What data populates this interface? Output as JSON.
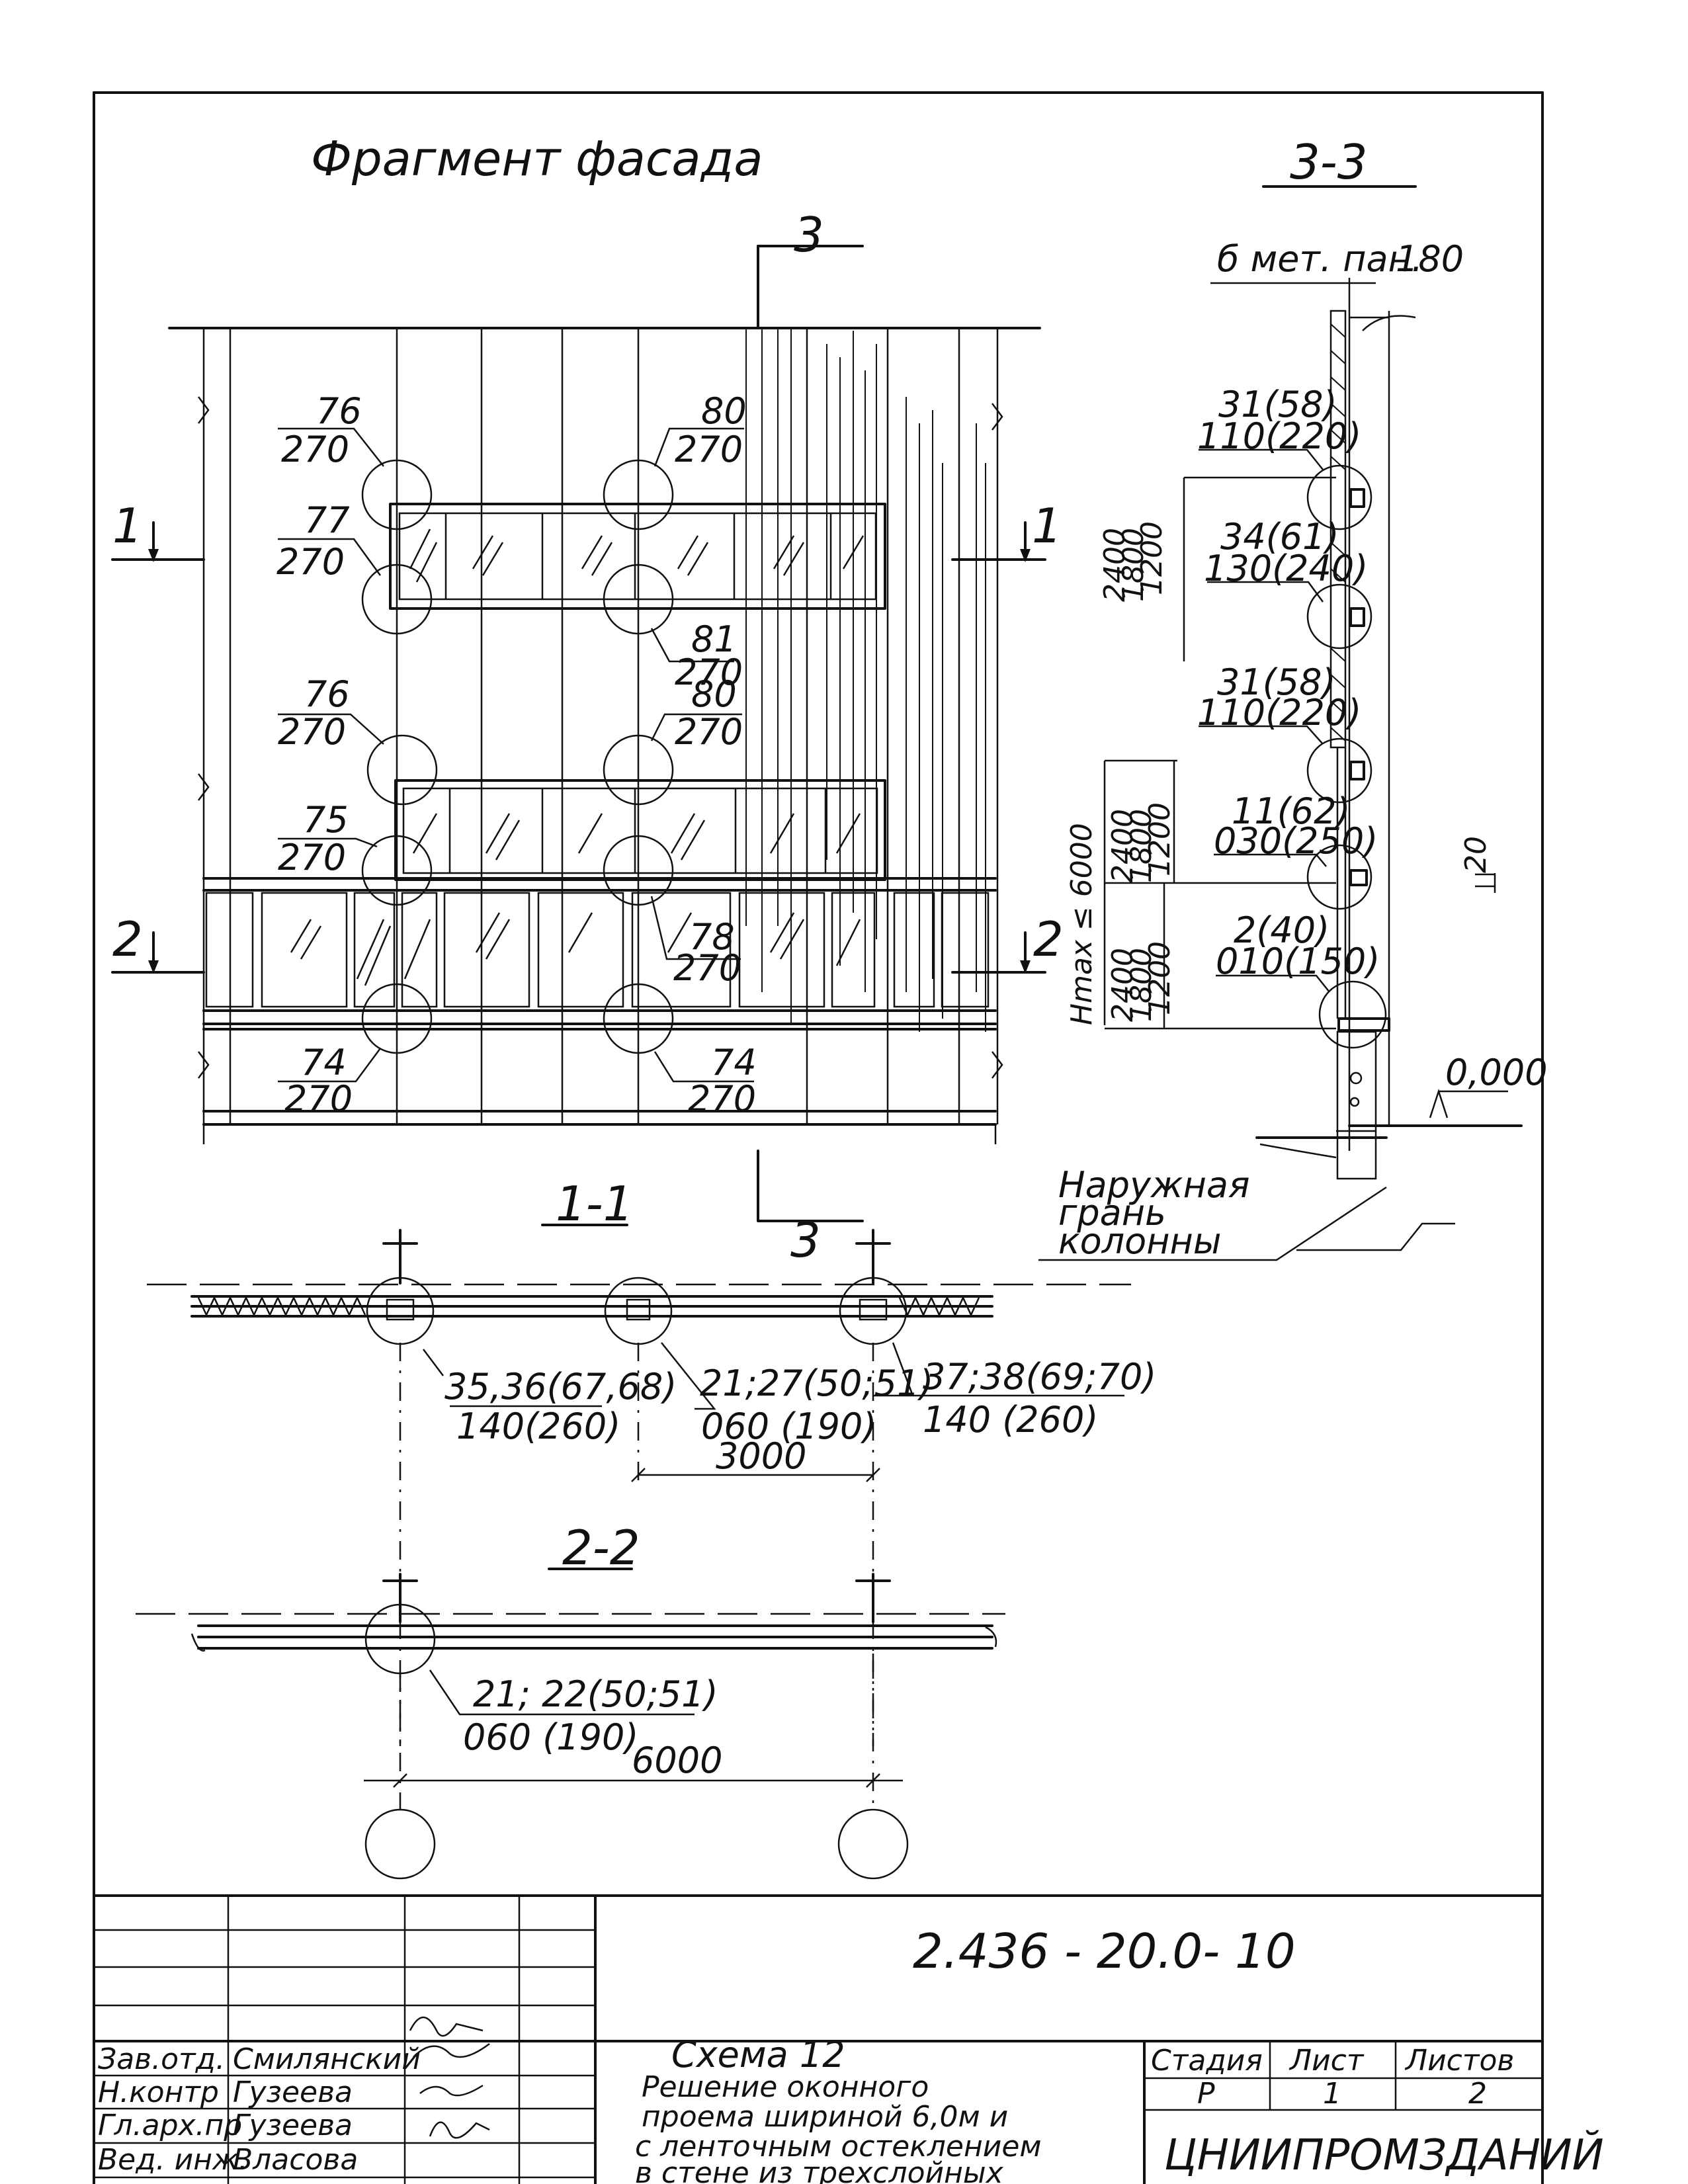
{
  "titles": {
    "facade": "Фрагмент фасада",
    "section33": "3-3",
    "section11": "1-1",
    "section22": "2-2"
  },
  "cut_marks": {
    "c3": "3",
    "c1": "1",
    "c2": "2"
  },
  "facade_labels": [
    {
      "num": "76",
      "den": "270"
    },
    {
      "num": "80",
      "den": "270"
    },
    {
      "num": "77",
      "den": "270"
    },
    {
      "num": "81",
      "den": "270"
    },
    {
      "num": "76",
      "den": "270"
    },
    {
      "num": "80",
      "den": "270"
    },
    {
      "num": "75",
      "den": "270"
    },
    {
      "num": "78",
      "den": "270"
    },
    {
      "num": "74",
      "den": "270"
    },
    {
      "num": "74",
      "den": "270"
    }
  ],
  "section33_labels": {
    "panel": "б мет. пан.",
    "offset": "180",
    "n1": {
      "num": "31(58)",
      "den": "110(220)"
    },
    "n2": {
      "num": "34(61)",
      "den": "130(240)"
    },
    "n3": {
      "num": "31(58)",
      "den": "110(220)"
    },
    "n4": {
      "num": "11(62)",
      "den": "030(250)"
    },
    "n5": {
      "num": "2(40)",
      "den": "010(150)"
    },
    "upper_dims": [
      "2400",
      "1800",
      "1200"
    ],
    "lower_dims": [
      "2400",
      "1800",
      "1200"
    ],
    "hmax": "Hmax ≤ 6000",
    "gap": "20",
    "level": "0,000",
    "note": [
      "Наружная",
      "грань",
      "колонны"
    ]
  },
  "section11_labels": {
    "l1": {
      "num": "35,36(67,68)",
      "den": "140(260)"
    },
    "l2": {
      "num": "21;27(50;51)",
      "den": "060 (190)"
    },
    "l3": {
      "num": "37;38(69;70)",
      "den": "140 (260)"
    },
    "dim": "3000"
  },
  "section22_labels": {
    "l1": {
      "num": "21; 22(50;51)",
      "den": "060 (190)"
    },
    "dim": "6000"
  },
  "title_block": {
    "doc_code": "2.436 - 20.0- 10",
    "roles": [
      "Зав.отд.",
      "Н.контр",
      "Гл.арх.пр",
      "Вед. инж."
    ],
    "names": [
      "Смилянский",
      "Гузеева",
      "Гузеева",
      "Власова"
    ],
    "desc": [
      "Схема 12",
      "Решение оконного",
      "проема шириной 6,0м и",
      "с ленточным остеклением",
      "в стене из трехслойных"
    ],
    "headers": [
      "Стадия",
      "Лист",
      "Листов"
    ],
    "values": [
      "Р",
      "1",
      "2"
    ],
    "org": "ЦНИИПРОМЗДАНИЙ"
  }
}
